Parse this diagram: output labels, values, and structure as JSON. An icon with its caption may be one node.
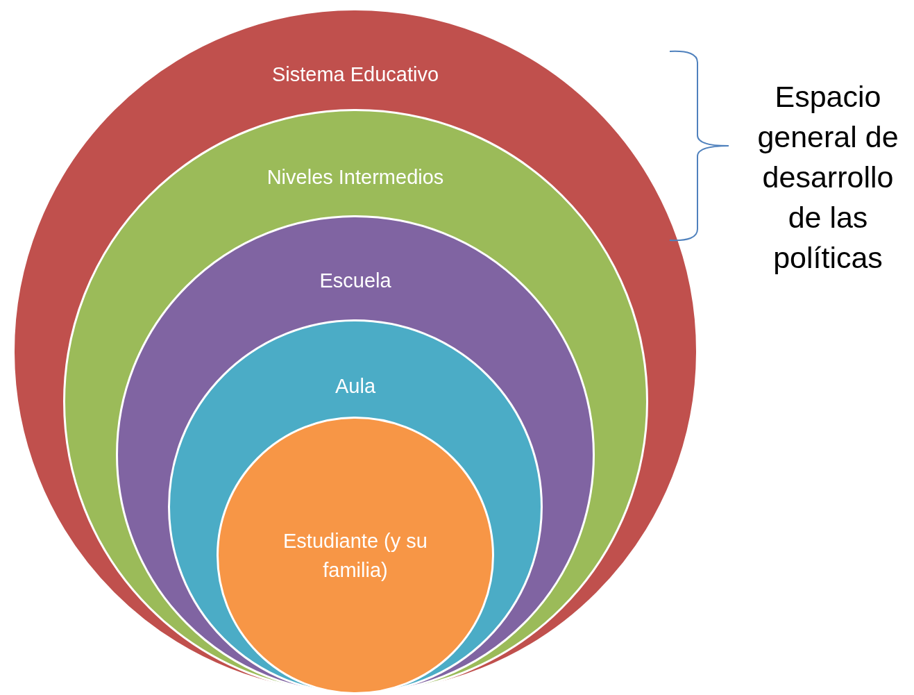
{
  "diagram": {
    "nodes": [
      {
        "text": [
          "Sistema Educativo"
        ]
      },
      {
        "text": [
          "Niveles Intermedios"
        ],
        "in": 0
      },
      {
        "text": [
          "Escuela"
        ],
        "in": 1
      },
      {
        "text": [
          "Aula"
        ],
        "in": 2
      },
      {
        "text": [
          "Estudiante (y su familia)"
        ],
        "in": 3
      }
    ],
    "labels": [
      "Espacio general de desarrollo de las políticas"
    ]
  }
}
